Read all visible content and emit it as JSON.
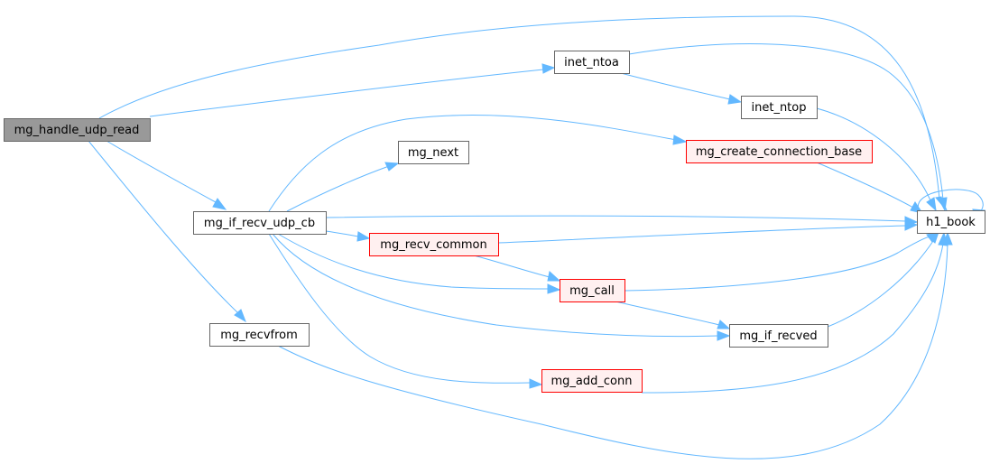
{
  "graph": {
    "nodes": [
      {
        "id": "mg_handle_udp_read",
        "label": "mg_handle_udp_read",
        "style": "root"
      },
      {
        "id": "inet_ntoa",
        "label": "inet_ntoa",
        "style": "normal"
      },
      {
        "id": "inet_ntop",
        "label": "inet_ntop",
        "style": "normal"
      },
      {
        "id": "mg_create_connection_base",
        "label": "mg_create_connection_base",
        "style": "missing"
      },
      {
        "id": "mg_next",
        "label": "mg_next",
        "style": "normal"
      },
      {
        "id": "mg_if_recv_udp_cb",
        "label": "mg_if_recv_udp_cb",
        "style": "normal"
      },
      {
        "id": "mg_recv_common",
        "label": "mg_recv_common",
        "style": "missing"
      },
      {
        "id": "mg_call",
        "label": "mg_call",
        "style": "missing"
      },
      {
        "id": "mg_if_recved",
        "label": "mg_if_recved",
        "style": "normal"
      },
      {
        "id": "mg_recvfrom",
        "label": "mg_recvfrom",
        "style": "normal"
      },
      {
        "id": "mg_add_conn",
        "label": "mg_add_conn",
        "style": "missing"
      },
      {
        "id": "h1_book",
        "label": "h1_book",
        "style": "normal"
      }
    ],
    "edges": [
      {
        "from": "mg_handle_udp_read",
        "to": "h1_book"
      },
      {
        "from": "mg_handle_udp_read",
        "to": "inet_ntoa"
      },
      {
        "from": "mg_handle_udp_read",
        "to": "mg_if_recv_udp_cb"
      },
      {
        "from": "mg_handle_udp_read",
        "to": "mg_recvfrom"
      },
      {
        "from": "inet_ntoa",
        "to": "h1_book"
      },
      {
        "from": "inet_ntoa",
        "to": "inet_ntop"
      },
      {
        "from": "inet_ntop",
        "to": "h1_book"
      },
      {
        "from": "mg_if_recv_udp_cb",
        "to": "mg_create_connection_base"
      },
      {
        "from": "mg_if_recv_udp_cb",
        "to": "mg_next"
      },
      {
        "from": "mg_if_recv_udp_cb",
        "to": "h1_book"
      },
      {
        "from": "mg_if_recv_udp_cb",
        "to": "mg_recv_common"
      },
      {
        "from": "mg_if_recv_udp_cb",
        "to": "mg_call"
      },
      {
        "from": "mg_if_recv_udp_cb",
        "to": "mg_if_recved"
      },
      {
        "from": "mg_if_recv_udp_cb",
        "to": "mg_add_conn"
      },
      {
        "from": "mg_create_connection_base",
        "to": "h1_book"
      },
      {
        "from": "mg_recv_common",
        "to": "h1_book"
      },
      {
        "from": "mg_recv_common",
        "to": "mg_call"
      },
      {
        "from": "mg_call",
        "to": "h1_book"
      },
      {
        "from": "mg_call",
        "to": "mg_if_recved"
      },
      {
        "from": "mg_if_recved",
        "to": "h1_book"
      },
      {
        "from": "mg_add_conn",
        "to": "h1_book"
      },
      {
        "from": "mg_recvfrom",
        "to": "h1_book"
      },
      {
        "from": "h1_book",
        "to": "h1_book"
      }
    ]
  },
  "colors": {
    "edge": "#63b8ff",
    "node_border": "#666666",
    "node_fill": "#ffffff",
    "root_fill": "#999999",
    "missing_border": "#ff0000",
    "missing_fill": "#fff0f0"
  }
}
